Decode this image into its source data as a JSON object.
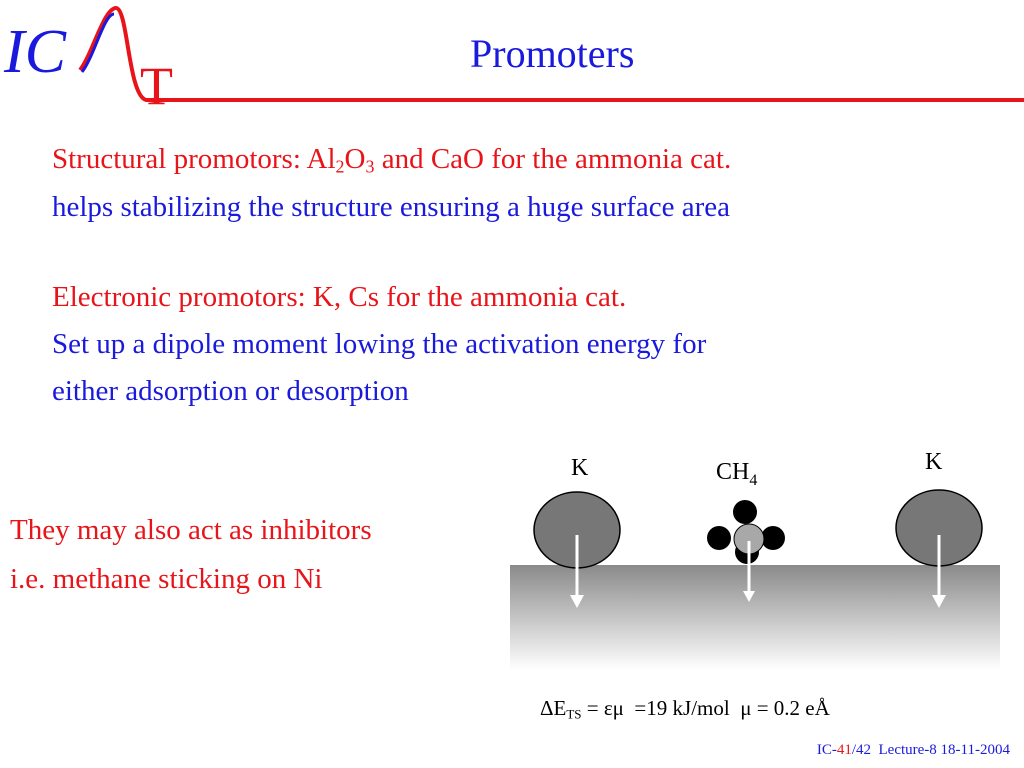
{
  "logo": {
    "letters_ic": "IC",
    "letter_t": "T"
  },
  "title": "Promoters",
  "structural": {
    "line1": {
      "prefix": "Structural promotors: Al",
      "sub1": "2",
      "mid": "O",
      "sub2": "3",
      "suffix": " and CaO for the ammonia cat."
    },
    "line2": "helps stabilizing the structure ensuring a huge surface area"
  },
  "electronic": {
    "line1": "Electronic promotors: K, Cs for the ammonia cat.",
    "line2": "Set up a dipole moment lowing the activation energy for",
    "line3": "either adsorption or desorption"
  },
  "inhibitors": {
    "line1": "They may also act as inhibitors",
    "line2": "i.e. methane sticking on Ni"
  },
  "diagram": {
    "left_atom_label": "K",
    "right_atom_label": "K",
    "molecule_label": {
      "main": "CH",
      "sub": "4"
    }
  },
  "formula": {
    "delta_e": "ΔE",
    "ts_sub": "TS",
    "rest": " = εμ  =19 kJ/mol  μ = 0.2 eÅ"
  },
  "footer": {
    "prefix": "IC-",
    "page": "41",
    "suffix": "/42  Lecture-8 18-11-2004"
  },
  "colors": {
    "red": "#e8141a",
    "blue": "#1a1adc",
    "atom_fill": "#777777",
    "surface_top": "#8a8a8a"
  }
}
